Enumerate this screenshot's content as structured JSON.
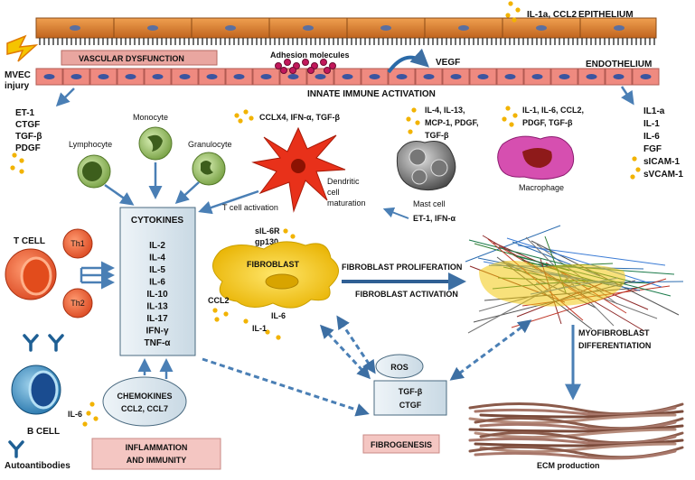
{
  "epithelium": {
    "label": "EPITHELIUM",
    "signal": "IL-1a, CCL2"
  },
  "endothelium": {
    "label": "ENDOTHELIUM",
    "vegf": "VEGF",
    "adhesion": "Adhesion molecules"
  },
  "vascular_dysfunction": "VASCULAR DYSFUNCTION",
  "mvec": [
    "MVEC",
    "injury"
  ],
  "innate": "INNATE IMMUNE ACTIVATION",
  "left_factors": [
    "ET-1",
    "CTGF",
    "TGF-β",
    "PDGF"
  ],
  "right_factors": [
    "IL1-a",
    "IL-1",
    "IL-6",
    "FGF",
    "sICAM-1",
    "sVCAM-1"
  ],
  "cells": {
    "monocyte": "Monocyte",
    "lymphocyte": "Lymphocyte",
    "granulocyte": "Granulocyte",
    "dendritic_signals": "CCLX4, IFN-α, TGF-β",
    "dendritic": [
      "Dendritic",
      "cell",
      "maturation"
    ],
    "t_activation": "T cell activation",
    "mast_signals": [
      "IL-4, IL-13,",
      "MCP-1, PDGF,",
      "TGF-β"
    ],
    "mast": "Mast cell",
    "mast_inputs": "ET-1, IFN-α",
    "macro_signals": [
      "IL-1, IL-6, CCL2,",
      "PDGF, TGF-β"
    ],
    "macrophage": "Macrophage"
  },
  "cytokines": {
    "title": "CYTOKINES",
    "items": [
      "IL-2",
      "IL-4",
      "IL-5",
      "IL-6",
      "IL-10",
      "IL-13",
      "IL-17",
      "IFN-γ",
      "TNF-α"
    ]
  },
  "tcell": {
    "label": "T CELL",
    "th1": "Th1",
    "th2": "Th2"
  },
  "bcell": {
    "label": "B CELL",
    "il6": "IL-6",
    "autoantibodies": "Autoantibodies"
  },
  "chemokines": [
    "CHEMOKINES",
    "CCL2, CCL7"
  ],
  "inflammation": [
    "INFLAMMATION",
    "AND IMMUNITY"
  ],
  "fibroblast": {
    "label": "FIBROBLAST",
    "sil6r": "sIL-6R",
    "gp130": "gp130",
    "ccl2": "CCL2",
    "il1": "IL-1",
    "il6": "IL-6"
  },
  "proliferation": "FIBROBLAST PROLIFERATION",
  "activation": "FIBROBLAST ACTIVATION",
  "ros": "ROS",
  "tgf_ctgf": [
    "TGF-β",
    "CTGF"
  ],
  "fibrogenesis": "FIBROGENESIS",
  "myofibroblast": [
    "MYOFIBROBLAST",
    "DIFFERENTIATION"
  ],
  "ecm": "ECM production",
  "colors": {
    "epithelium": "#d9853a",
    "endothelium": "#ef8a80",
    "cytokine_box": "#dde8ef",
    "fibroblast": "#f2c80f",
    "mast": "#9a9a9a",
    "macrophage": "#d64fb0",
    "arrow": "#4a7fb5",
    "pink_box": "#f4c6c2"
  }
}
